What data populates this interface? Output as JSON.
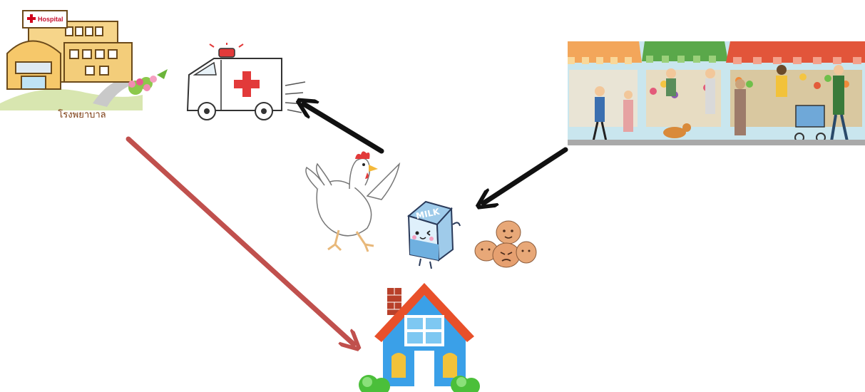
{
  "hospital": {
    "sign": "Hospital",
    "caption": "โรงพยาบาล"
  },
  "milk": {
    "label": "MILK"
  },
  "arrows": [
    {
      "from": "market",
      "to": "food",
      "color": "#000000"
    },
    {
      "from": "food",
      "to": "ambulance",
      "color": "#000000"
    },
    {
      "from": "hospital",
      "to": "house",
      "color": "#c0504d"
    }
  ],
  "colors": {
    "arrow_black": "#111111",
    "arrow_red": "#c0504d",
    "house_roof": "#e8502a",
    "house_wall": "#3aa0e8"
  }
}
